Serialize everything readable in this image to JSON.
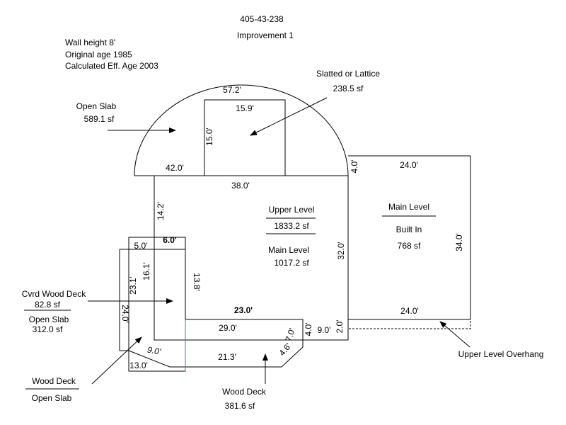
{
  "header": {
    "parcel_id": "405-43-238",
    "improvement": "Improvement 1"
  },
  "info": {
    "wall_height": "Wall height 8'",
    "original_age": "Original age 1985",
    "eff_age": "Calculated Eff. Age 2003"
  },
  "areas": {
    "open_slab_top": {
      "name": "Open Slab",
      "area": "589.1 sf"
    },
    "slatted": {
      "name": "Slatted or Lattice",
      "area": "238.5 sf"
    },
    "upper_level": {
      "name": "Upper Level",
      "area": "1833.2 sf"
    },
    "main_level_center": {
      "name": "Main Level",
      "area": "1017.2 sf"
    },
    "main_level_right": {
      "name": "Main Level",
      "subname": "Built In",
      "area": "768 sf"
    },
    "cvrd_deck": {
      "name": "Cvrd Wood Deck",
      "area": "82.8 sf",
      "sub": "Open Slab",
      "sub_area": "312.0 sf"
    },
    "wood_deck_bottom": {
      "name": "Wood Deck",
      "area": "381.6 sf"
    },
    "wood_deck_left": {
      "name": "Wood Deck",
      "sub": "Open Slab"
    },
    "overhang": {
      "name": "Upper Level Overhang"
    }
  },
  "dimensions": {
    "d_57_2": "57.2'",
    "d_15_9": "15.9'",
    "d_15_0": "15.0'",
    "d_42_0": "42.0'",
    "d_38_0": "38.0'",
    "d_4_0_top": "4.0'",
    "d_24_0_top": "24.0'",
    "d_14_2": "14.2'",
    "d_6_0": "6.0'",
    "d_5_0": "5.0'",
    "d_16_1": "16.1'",
    "d_23_1": "23.1'",
    "d_13_8": "13.8'",
    "d_24_0_left": "24.0'",
    "d_32_0": "32.0'",
    "d_34_0": "34.0'",
    "d_23_0": "23.0'",
    "d_24_0_bottom": "24.0'",
    "d_29_0": "29.0'",
    "d_4_0_mid": "4.0'",
    "d_9_0_right": "9.0'",
    "d_2_0": "2.0'",
    "d_7_0": "7.0'",
    "d_4_6": "4.6'",
    "d_9_0_diag": "9.0'",
    "d_21_3": "21.3'",
    "d_13_0": "13.0'"
  }
}
